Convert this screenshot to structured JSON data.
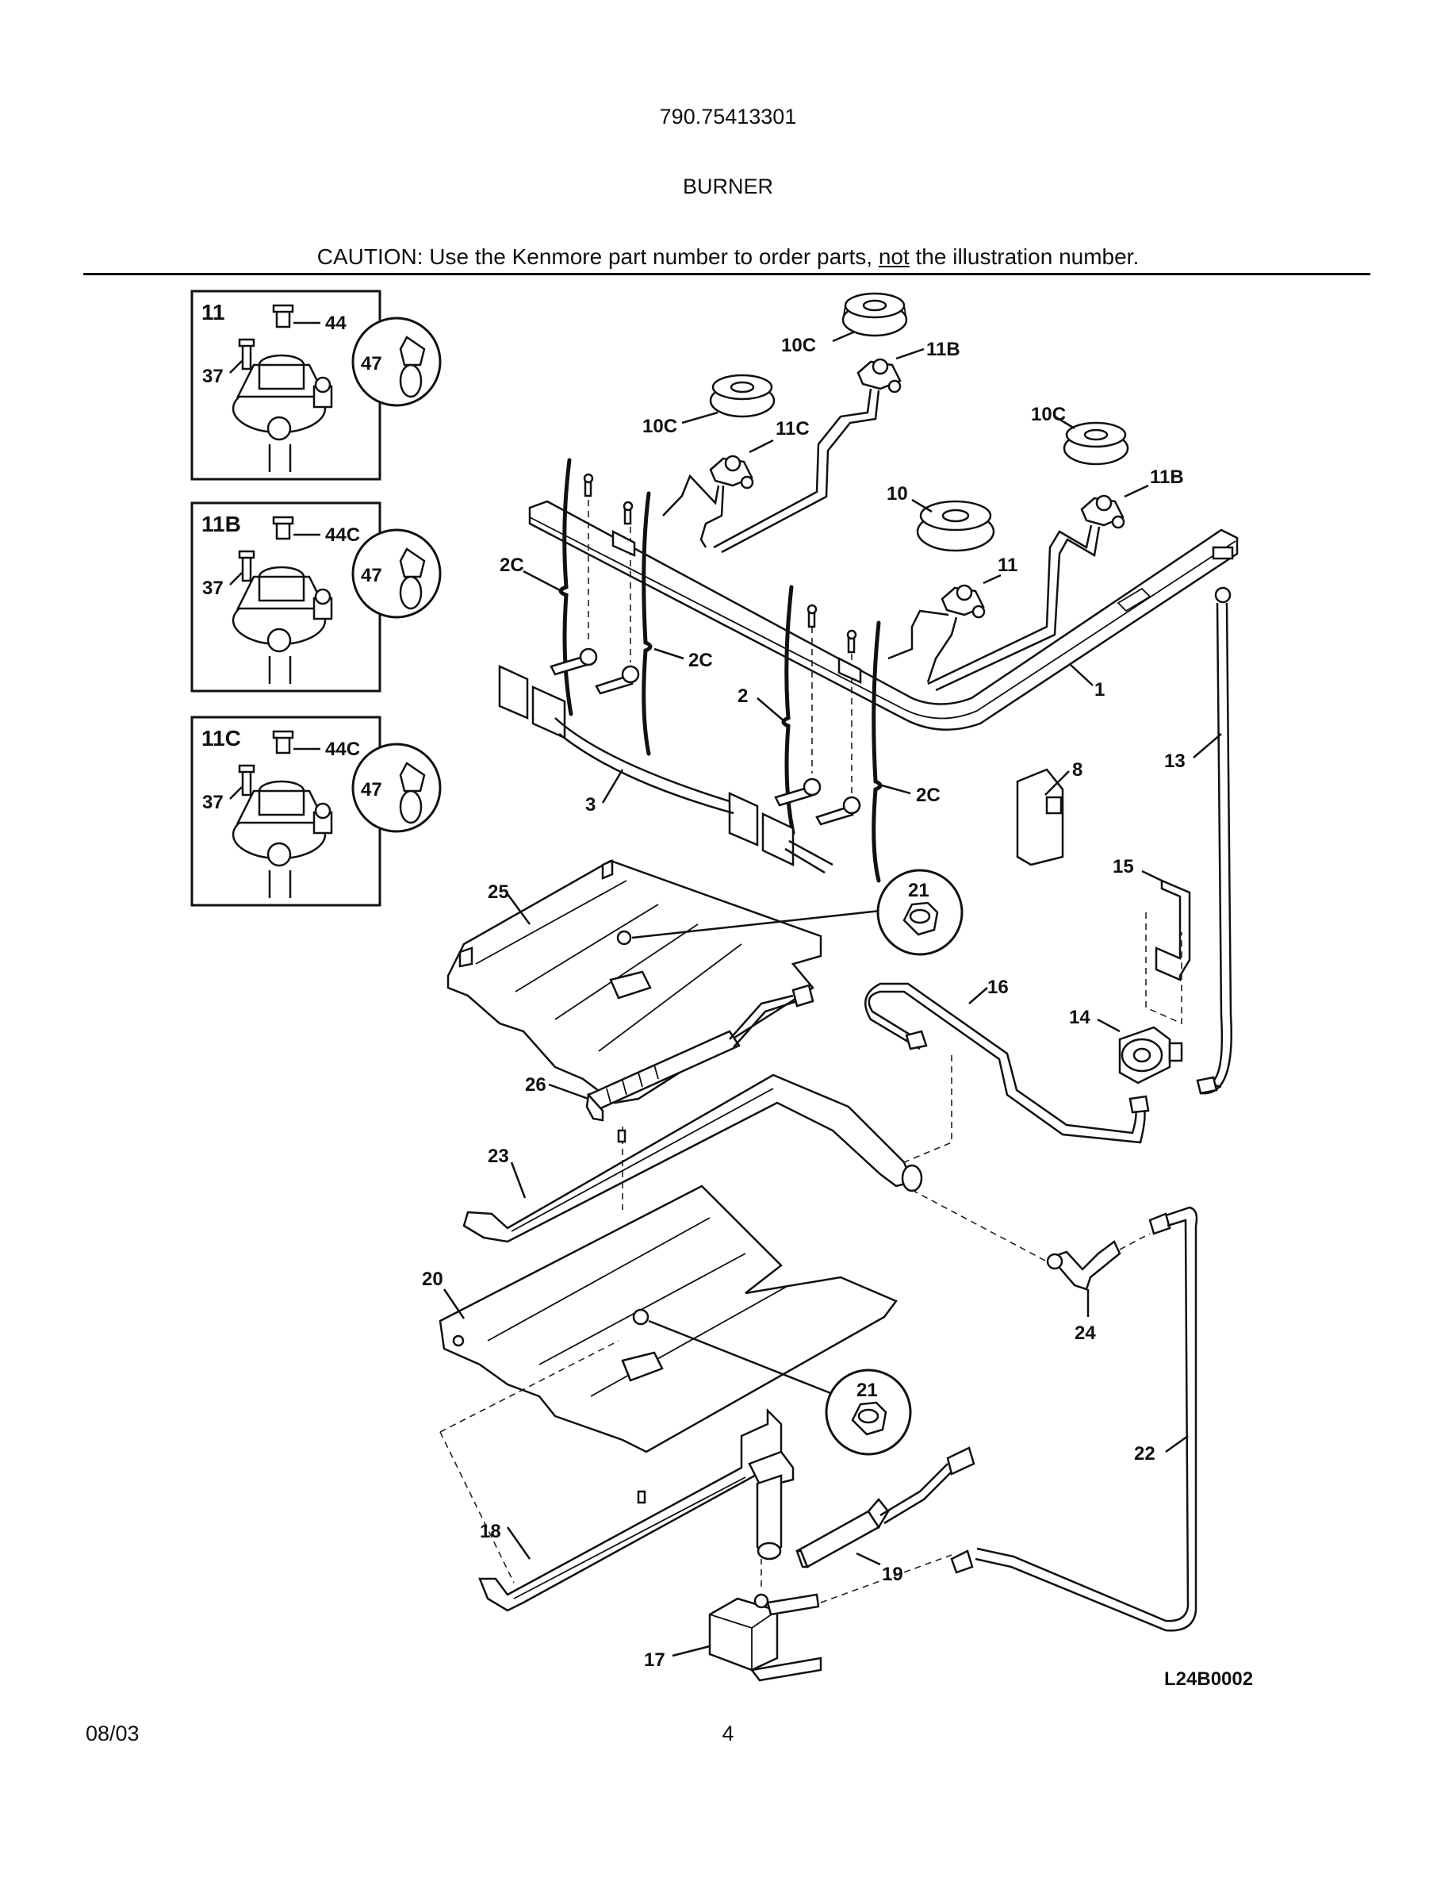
{
  "header": {
    "model_number": "790.75413301",
    "section_title": "BURNER",
    "caution_prefix": "CAUTION: Use the Kenmore part number to order parts, ",
    "caution_emphasis": "not",
    "caution_suffix": " the illustration number."
  },
  "diagram": {
    "drawing_code": "L24B0002",
    "inset_boxes": [
      {
        "title": "11",
        "labels": [
          "44",
          "37",
          "47"
        ]
      },
      {
        "title": "11B",
        "labels": [
          "44C",
          "37",
          "47"
        ]
      },
      {
        "title": "11C",
        "labels": [
          "44C",
          "37",
          "47"
        ]
      }
    ],
    "callouts": {
      "c10c_top": "10C",
      "c11b_top": "11B",
      "c10c_left": "10C",
      "c11c": "11C",
      "c10c_right": "10C",
      "c11b_right": "11B",
      "c10": "10",
      "c11": "11",
      "c2c_left": "2C",
      "c2c_mid": "2C",
      "c2": "2",
      "c2c_right": "2C",
      "c1": "1",
      "c3": "3",
      "c8": "8",
      "c13": "13",
      "c15": "15",
      "c25": "25",
      "c21_top": "21",
      "c16": "16",
      "c14": "14",
      "c26": "26",
      "c23": "23",
      "c20": "20",
      "c24": "24",
      "c21_bottom": "21",
      "c22": "22",
      "c18": "18",
      "c19": "19",
      "c17": "17"
    }
  },
  "footer": {
    "date": "08/03",
    "page_number": "4"
  }
}
